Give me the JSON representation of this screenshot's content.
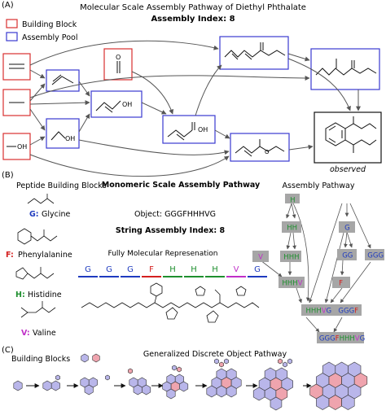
{
  "colors": {
    "building": "#d93030",
    "pool": "#3a3ad0",
    "gray": "#a6a6a6",
    "G": "#1f3bbf",
    "F": "#d42020",
    "H": "#1f8f2f",
    "V": "#c030c8",
    "hexBlue": "#b9b6ea",
    "hexPink": "#efa4ae"
  },
  "panelA": {
    "label": "(A)",
    "title": "Molecular Scale Assembly Pathway of Diethyl Phthalate",
    "index": "Assembly Index: 8",
    "legend_building": "Building Block",
    "legend_pool": "Assembly Pool",
    "oh1": "OH",
    "oh2": "OH",
    "oh3": "OH",
    "oh4": "OH",
    "o1": "O",
    "observed": "observed"
  },
  "panelB": {
    "label": "(B)",
    "peptide_title": "Peptide Building Blocks",
    "mono_title": "Monomeric Scale Assembly Pathway",
    "path_title": "Assembly Pathway",
    "gly_letter": "G:",
    "gly_name": "Glycine",
    "phe_letter": "F:",
    "phe_name": "Phenylalanine",
    "his_letter": "H:",
    "his_name": "Histidine",
    "val_letter": "V:",
    "val_name": "Valine",
    "object": "Object: GGGFHHHVG",
    "string_index": "String Assembly Index: 8",
    "fully": "Fully Molecular Represenation",
    "sequence": [
      "G",
      "G",
      "G",
      "F",
      "H",
      "H",
      "H",
      "V",
      "G"
    ],
    "nodes": {
      "H": "H",
      "HH": "HH",
      "HHH": "HHH",
      "HHHV": "HHHV",
      "HHHVG": "HHHVG",
      "G": "G",
      "GG": "GG",
      "GGG": "GGG",
      "GGGF": "GGGF",
      "V": "V",
      "F": "F",
      "final": "GGGFHHHVG"
    }
  },
  "panelC": {
    "label": "(C)",
    "building_blocks": "Building Blocks",
    "title": "Generalized Discrete Object Pathway"
  }
}
